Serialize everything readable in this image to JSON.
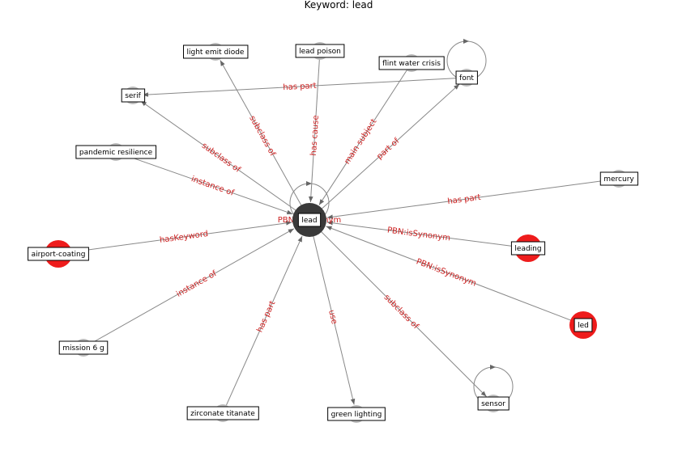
{
  "title": "Keyword: lead",
  "colors": {
    "edge": "#888888",
    "edge_label": "#cc2222",
    "node_default": "#bdbdbd",
    "node_highlight": "#ee1c1c",
    "node_center": "#3a3a3a",
    "label_box_border": "#000000"
  },
  "nodes": [
    {
      "id": "lead",
      "label": "lead",
      "kind": "center"
    },
    {
      "id": "light_emit_diode",
      "label": "light emit diode",
      "kind": "default"
    },
    {
      "id": "lead_poison",
      "label": "lead poison",
      "kind": "default"
    },
    {
      "id": "flint_water_crisis",
      "label": "flint water crisis",
      "kind": "default"
    },
    {
      "id": "font",
      "label": "font",
      "kind": "default"
    },
    {
      "id": "serif",
      "label": "serif",
      "kind": "default"
    },
    {
      "id": "pandemic_resilience",
      "label": "pandemic resilience",
      "kind": "default"
    },
    {
      "id": "mercury",
      "label": "mercury",
      "kind": "default"
    },
    {
      "id": "airport_coating",
      "label": "airport-coating",
      "kind": "highlight"
    },
    {
      "id": "leading",
      "label": "leading",
      "kind": "highlight"
    },
    {
      "id": "led",
      "label": "led",
      "kind": "highlight"
    },
    {
      "id": "mission_6_g",
      "label": "mission 6 g",
      "kind": "default"
    },
    {
      "id": "zirconate_titanate",
      "label": "zirconate titanate",
      "kind": "default"
    },
    {
      "id": "green_lighting",
      "label": "green lighting",
      "kind": "default"
    },
    {
      "id": "sensor",
      "label": "sensor",
      "kind": "default"
    }
  ],
  "edges": [
    {
      "source": "lead",
      "target": "light_emit_diode",
      "label": "subclass of"
    },
    {
      "source": "lead_poison",
      "target": "lead",
      "label": "has cause"
    },
    {
      "source": "flint_water_crisis",
      "target": "lead",
      "label": "main subject"
    },
    {
      "source": "lead",
      "target": "font",
      "label": "part of"
    },
    {
      "source": "lead",
      "target": "serif",
      "label": "subclass of"
    },
    {
      "source": "font",
      "target": "serif",
      "label": "has part"
    },
    {
      "source": "pandemic_resilience",
      "target": "lead",
      "label": "instance of"
    },
    {
      "source": "mercury",
      "target": "lead",
      "label": "has part"
    },
    {
      "source": "airport_coating",
      "target": "lead",
      "label": "hasKeyword"
    },
    {
      "source": "leading",
      "target": "lead",
      "label": "PBN:isSynonym"
    },
    {
      "source": "led",
      "target": "lead",
      "label": "PBN:isSynonym"
    },
    {
      "source": "mission_6_g",
      "target": "lead",
      "label": "instance of"
    },
    {
      "source": "zirconate_titanate",
      "target": "lead",
      "label": "has part"
    },
    {
      "source": "lead",
      "target": "green_lighting",
      "label": "use"
    },
    {
      "source": "lead",
      "target": "sensor",
      "label": "subclass of"
    },
    {
      "source": "lead",
      "target": "lead",
      "label": "PBN:isSynonym"
    },
    {
      "source": "font",
      "target": "font",
      "label": ""
    },
    {
      "source": "sensor",
      "target": "sensor",
      "label": ""
    }
  ]
}
